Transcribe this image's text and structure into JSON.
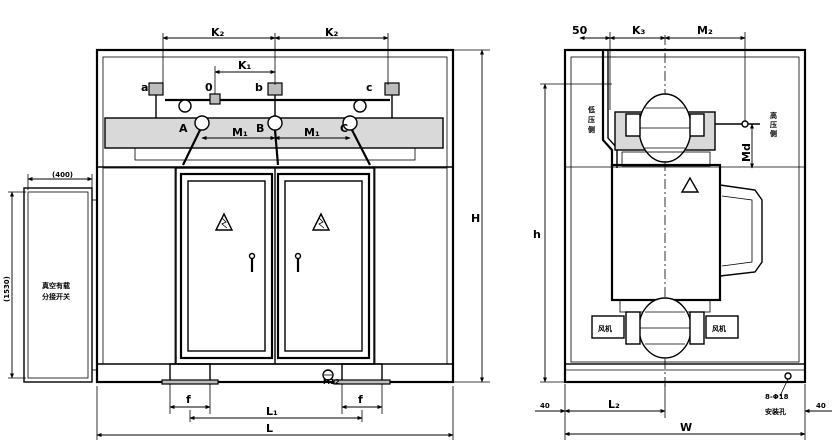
{
  "front_view": {
    "dims_top": {
      "k2_left": "K₂",
      "k2_right": "K₂",
      "k1": "K₁"
    },
    "phase_low": {
      "a": "a",
      "zero": "0",
      "b": "b",
      "c": "c"
    },
    "phase_high": {
      "A": "A",
      "B": "B",
      "C": "C"
    },
    "m1_left": "M₁",
    "m1_right": "M₁",
    "side_box": {
      "width_dim": "(400)",
      "height_dim": "(1530)",
      "label_line1": "真空有载",
      "label_line2": "分接开关"
    },
    "height_dim": "H",
    "foot_dims": {
      "f_left": "f",
      "f_right": "f",
      "l1": "L₁",
      "l": "L"
    },
    "ground_label": "M12"
  },
  "side_view": {
    "top_dims": {
      "d50": "50",
      "k3": "K₃",
      "m2": "M₂"
    },
    "low_side_label": "低压侧",
    "high_side_label": "高压侧",
    "md": "Md",
    "h": "h",
    "fan_left": "风机",
    "fan_right": "风机",
    "bottom_dims": {
      "d40_left": "40",
      "l2": "L₂",
      "w": "W",
      "d40_right": "40"
    },
    "holes": "8-Φ18",
    "mounting_holes": "安装孔"
  }
}
